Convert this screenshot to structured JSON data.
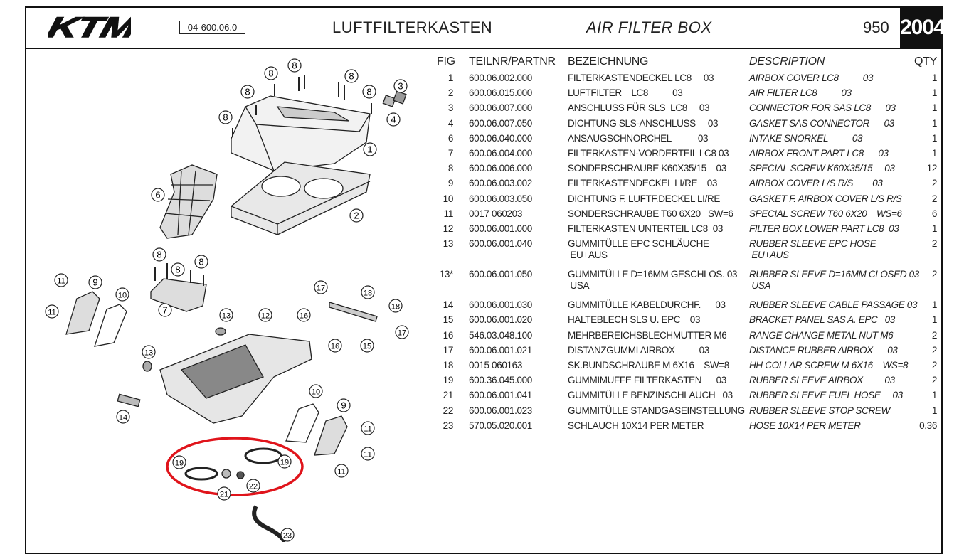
{
  "header": {
    "brand": "KTM",
    "page_code": "04-600.06.0",
    "title_de": "LUFTFILTERKASTEN",
    "title_en": "AIR FILTER BOX",
    "model": "950",
    "year": "2004"
  },
  "table": {
    "columns": {
      "fig": "FIG",
      "partnr": "TEILNR/PARTNR",
      "bez": "BEZEICHNUNG",
      "desc": "DESCRIPTION",
      "qty": "QTY"
    },
    "rows": [
      {
        "fig": "1",
        "partnr": "600.06.002.000",
        "bez": "FILTERKASTENDECKEL LC8     03",
        "desc": "AIRBOX COVER LC8          03",
        "qty": "1"
      },
      {
        "fig": "2",
        "partnr": "600.06.015.000",
        "bez": "LUFTFILTER    LC8          03",
        "desc": "AIR FILTER LC8          03",
        "qty": "1"
      },
      {
        "fig": "3",
        "partnr": "600.06.007.000",
        "bez": "ANSCHLUSS FÜR SLS  LC8     03",
        "desc": "CONNECTOR FOR SAS LC8      03",
        "qty": "1"
      },
      {
        "fig": "4",
        "partnr": "600.06.007.050",
        "bez": "DICHTUNG SLS-ANSCHLUSS     03",
        "desc": "GASKET SAS CONNECTOR      03",
        "qty": "1"
      },
      {
        "fig": "6",
        "partnr": "600.06.040.000",
        "bez": "ANSAUGSCHNORCHEL           03",
        "desc": "INTAKE SNORKEL          03",
        "qty": "1"
      },
      {
        "fig": "7",
        "partnr": "600.06.004.000",
        "bez": "FILTERKASTEN-VORDERTEIL LC8 03",
        "desc": "AIRBOX FRONT PART LC8      03",
        "qty": "1"
      },
      {
        "fig": "8",
        "partnr": "600.06.006.000",
        "bez": "SONDERSCHRAUBE K60X35/15    03",
        "desc": "SPECIAL SCREW K60X35/15     03",
        "qty": "12"
      },
      {
        "fig": "9",
        "partnr": "600.06.003.002",
        "bez": "FILTERKASTENDECKEL LI/RE    03",
        "desc": "AIRBOX COVER L/S R/S        03",
        "qty": "2"
      },
      {
        "fig": "10",
        "partnr": "600.06.003.050",
        "bez": "DICHTUNG F. LUFTF.DECKEL LI/RE",
        "desc": "GASKET F. AIRBOX COVER L/S R/S",
        "qty": "2"
      },
      {
        "fig": "11",
        "partnr": "0017 060203",
        "bez": "SONDERSCHRAUBE T60 6X20   SW=6",
        "desc": "SPECIAL SCREW T60 6X20    WS=6",
        "qty": "6"
      },
      {
        "fig": "12",
        "partnr": "600.06.001.000",
        "bez": "FILTERKASTEN UNTERTEIL LC8  03",
        "desc": "FILTER BOX LOWER PART LC8  03",
        "qty": "1"
      },
      {
        "fig": "13",
        "partnr": "600.06.001.040",
        "bez": "GUMMITÜLLE EPC SCHLÄUCHE",
        "bez2": " EU+AUS",
        "desc": "RUBBER SLEEVE EPC HOSE",
        "desc2": " EU+AUS",
        "qty": "2"
      },
      {
        "fig": "13*",
        "partnr": "600.06.001.050",
        "bez": "GUMMITÜLLE D=16MM GESCHLOS. 03",
        "bez2": " USA",
        "desc": "RUBBER SLEEVE D=16MM CLOSED 03",
        "desc2": " USA",
        "qty": "2"
      },
      {
        "fig": "14",
        "partnr": "600.06.001.030",
        "bez": "GUMMITÜLLE KABELDURCHF.      03",
        "desc": "RUBBER SLEEVE CABLE PASSAGE 03",
        "qty": "1"
      },
      {
        "fig": "15",
        "partnr": "600.06.001.020",
        "bez": "HALTEBLECH SLS U. EPC    03",
        "desc": "BRACKET PANEL SAS A. EPC   03",
        "qty": "1"
      },
      {
        "fig": "16",
        "partnr": "546.03.048.100",
        "bez": "MEHRBEREICHSBLECHMUTTER M6",
        "desc": "RANGE CHANGE METAL NUT M6",
        "qty": "2"
      },
      {
        "fig": "17",
        "partnr": "600.06.001.021",
        "bez": "DISTANZGUMMI AIRBOX          03",
        "desc": "DISTANCE RUBBER AIRBOX      03",
        "qty": "2"
      },
      {
        "fig": "18",
        "partnr": "0015 060163",
        "bez": "SK.BUNDSCHRAUBE M 6X16    SW=8",
        "desc": "HH COLLAR SCREW M 6X16    WS=8",
        "qty": "2"
      },
      {
        "fig": "19",
        "partnr": "600.36.045.000",
        "bez": "GUMMIMUFFE FILTERKASTEN      03",
        "desc": "RUBBER SLEEVE AIRBOX         03",
        "qty": "2"
      },
      {
        "fig": "21",
        "partnr": "600.06.001.041",
        "bez": "GUMMITÜLLE BENZINSCHLAUCH   03",
        "desc": "RUBBER SLEEVE FUEL HOSE     03",
        "qty": "1"
      },
      {
        "fig": "22",
        "partnr": "600.06.001.023",
        "bez": "GUMMITÜLLE STANDGASEINSTELLUNG",
        "desc": "RUBBER SLEEVE STOP SCREW",
        "qty": "1"
      },
      {
        "fig": "23",
        "partnr": "570.05.020.001",
        "bez": "SCHLAUCH 10X14 PER METER",
        "desc": "HOSE 10X14 PER METER",
        "qty": "0,36"
      }
    ]
  },
  "diagram": {
    "callouts": [
      "8",
      "8",
      "8",
      "8",
      "8",
      "8",
      "3",
      "4",
      "1",
      "6",
      "2",
      "8",
      "8",
      "8",
      "11",
      "9",
      "10",
      "11",
      "7",
      "17",
      "18",
      "18",
      "13",
      "12",
      "16",
      "17",
      "16",
      "15",
      "13",
      "14",
      "10",
      "9",
      "11",
      "11",
      "11",
      "19",
      "19",
      "21",
      "22",
      "23"
    ],
    "highlight_color": "#e0141b"
  }
}
